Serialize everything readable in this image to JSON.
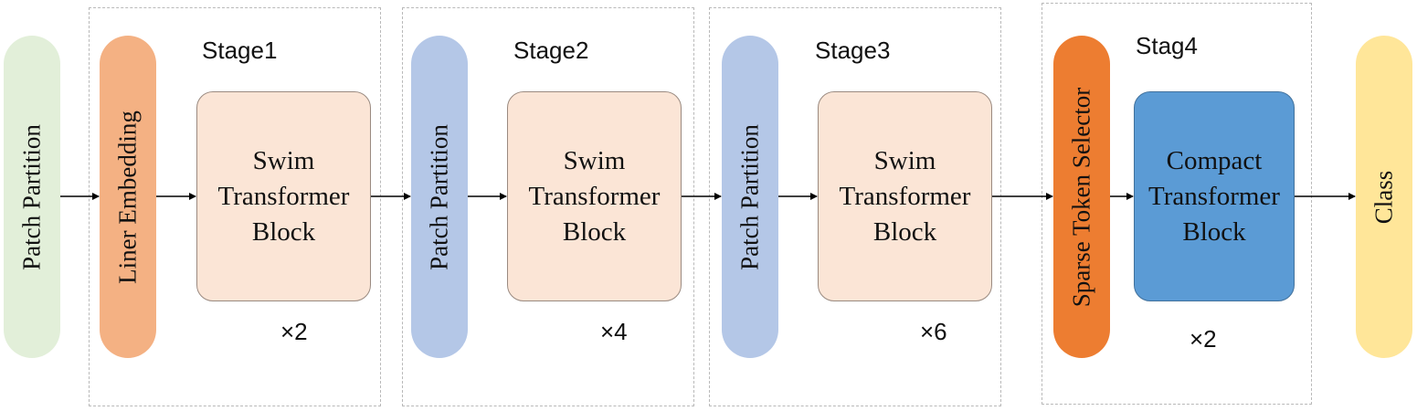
{
  "colors": {
    "green_pill": "#e2efd9",
    "orange_pill": "#f4b183",
    "blue_pill": "#b4c7e7",
    "swim_block": "#fbe5d6",
    "sparse_pill": "#ed7d31",
    "compact_block": "#5b9bd5",
    "class_pill": "#ffe699",
    "arrow": "#000000"
  },
  "input": {
    "label": "Patch Partition"
  },
  "stages": [
    {
      "title": "Stage1",
      "entry": {
        "label": "Liner Embedding"
      },
      "block": {
        "line1": "Swim",
        "line2": "Transformer",
        "line3": "Block"
      },
      "repeat": "×2"
    },
    {
      "title": "Stage2",
      "entry": {
        "label": "Patch Partition"
      },
      "block": {
        "line1": "Swim",
        "line2": "Transformer",
        "line3": "Block"
      },
      "repeat": "×4"
    },
    {
      "title": "Stage3",
      "entry": {
        "label": "Patch Partition"
      },
      "block": {
        "line1": "Swim",
        "line2": "Transformer",
        "line3": "Block"
      },
      "repeat": "×6"
    },
    {
      "title": "Stag4",
      "entry": {
        "label": "Sparse Token Selector"
      },
      "block": {
        "line1": "Compact",
        "line2": "Transformer",
        "line3": "Block"
      },
      "repeat": "×2"
    }
  ],
  "output": {
    "label": "Class"
  }
}
